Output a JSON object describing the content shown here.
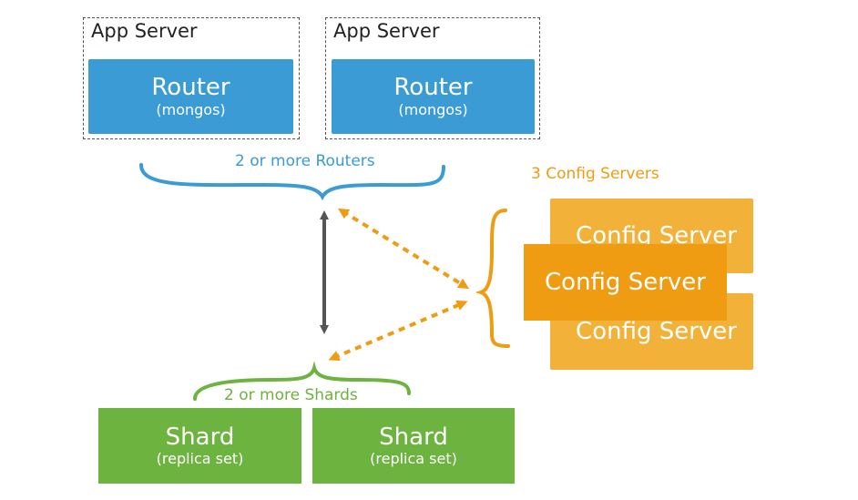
{
  "app_servers": [
    {
      "label": "App Server",
      "router": {
        "title": "Router",
        "subtitle": "(mongos)"
      }
    },
    {
      "label": "App Server",
      "router": {
        "title": "Router",
        "subtitle": "(mongos)"
      }
    }
  ],
  "routers_caption": "2 or more Routers",
  "config_caption": "3 Config Servers",
  "config_servers": [
    "Config Server",
    "Config Server",
    "Config Server"
  ],
  "shards_caption": "2 or more Shards",
  "shards": [
    {
      "title": "Shard",
      "subtitle": "(replica set)"
    },
    {
      "title": "Shard",
      "subtitle": "(replica set)"
    }
  ],
  "colors": {
    "router": "#3a9bd5",
    "config": "#ef9c12",
    "config_light": "#f2b23a",
    "shard": "#6db33f",
    "connector": "#555555"
  }
}
